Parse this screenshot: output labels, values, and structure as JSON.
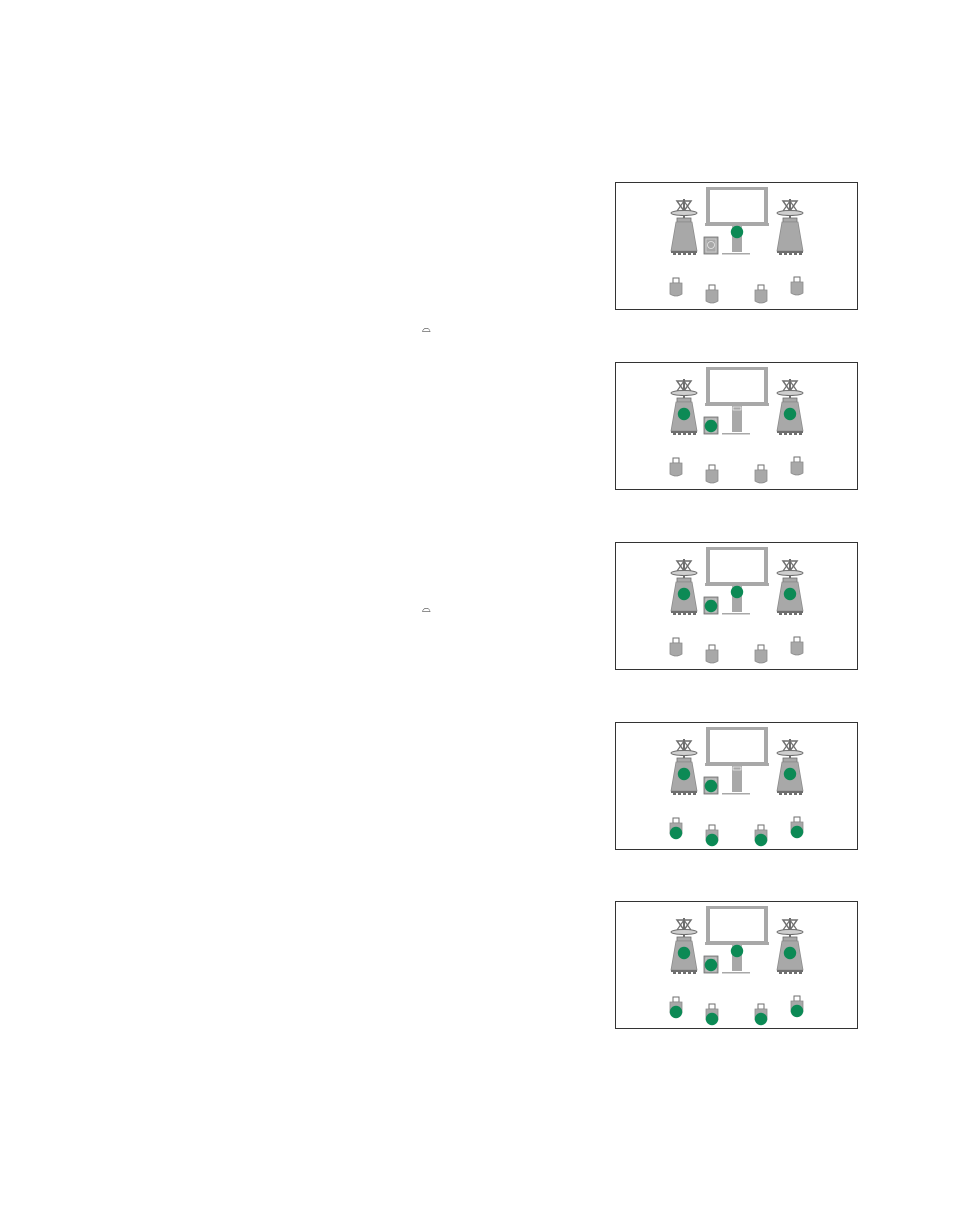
{
  "glyphs": [
    {
      "id": "glyph-1",
      "icon": "half-circle-up-icon",
      "symbol": "⌓"
    },
    {
      "id": "glyph-2",
      "icon": "half-circle-up-icon",
      "symbol": "⌓"
    }
  ],
  "colors": {
    "speaker_gray": "#a8a8a8",
    "speaker_dark": "#6e6e6e",
    "active_dot": "#0c8a55",
    "frame": "#333333"
  },
  "setups": [
    {
      "active": [
        "center"
      ]
    },
    {
      "active": [
        "front_left",
        "front_right",
        "subwoofer"
      ]
    },
    {
      "active": [
        "front_left",
        "front_right",
        "subwoofer",
        "center"
      ]
    },
    {
      "active": [
        "front_left",
        "front_right",
        "subwoofer",
        "side_left",
        "side_right",
        "rear_left",
        "rear_right"
      ]
    },
    {
      "active": [
        "front_left",
        "front_right",
        "subwoofer",
        "center",
        "side_left",
        "side_right",
        "rear_left",
        "rear_right"
      ]
    }
  ]
}
